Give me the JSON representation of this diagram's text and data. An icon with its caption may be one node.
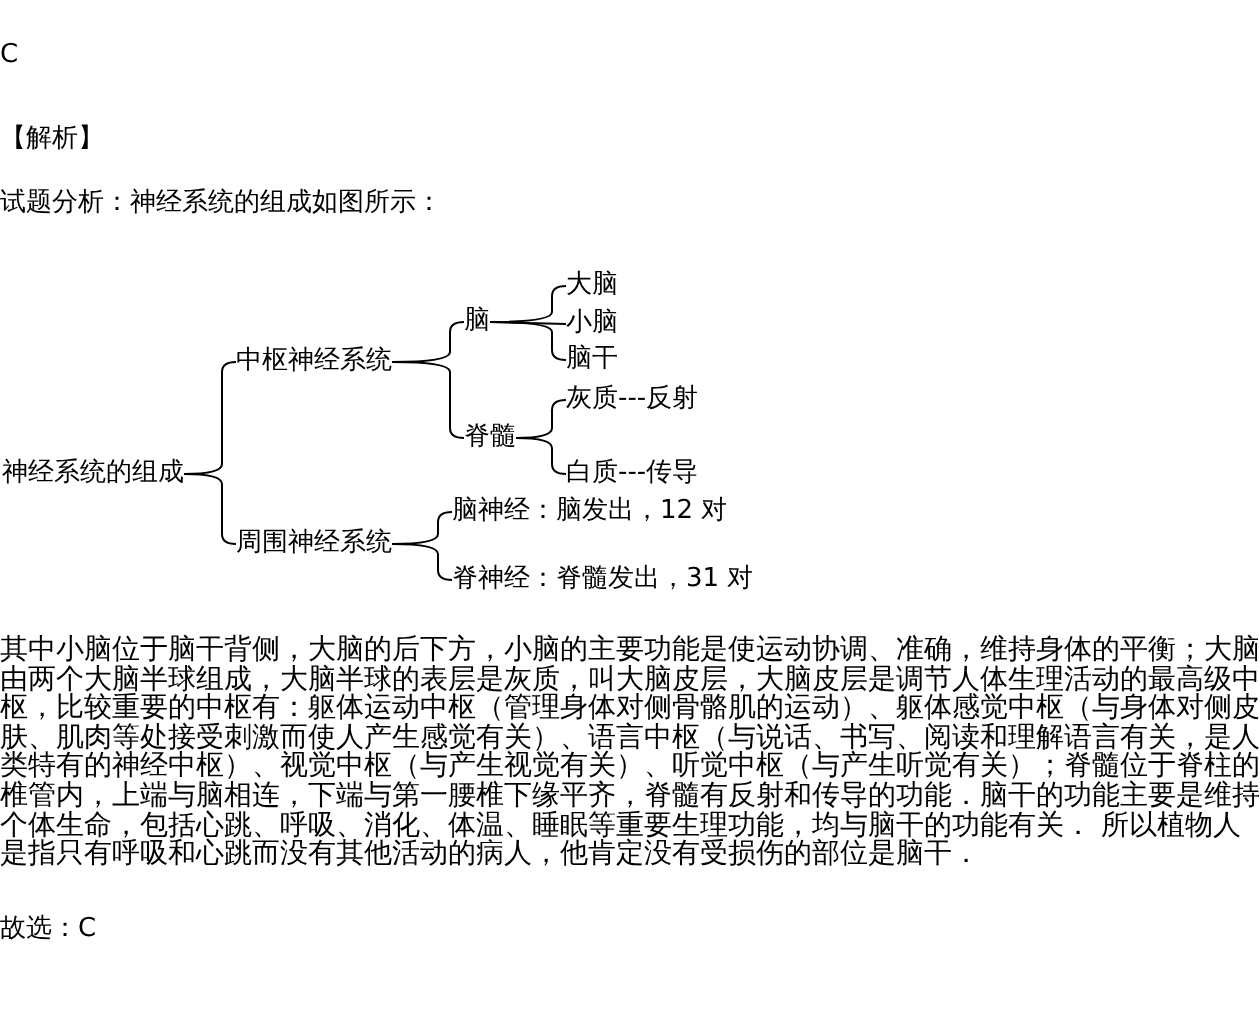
{
  "diagram": {
    "nodes": [
      {
        "text": [
          "神经系统的组成"
        ]
      },
      {
        "text": [
          "中枢神经系统"
        ]
      },
      {
        "text": [
          "周围神经系统"
        ]
      },
      {
        "text": [
          "脑"
        ]
      },
      {
        "text": [
          "脊髓"
        ]
      },
      {
        "text": [
          "大脑"
        ]
      },
      {
        "text": [
          "小脑"
        ]
      },
      {
        "text": [
          "脑干"
        ]
      },
      {
        "text": [
          "灰质---反射"
        ]
      },
      {
        "text": [
          "白质---传导"
        ]
      },
      {
        "text": [
          "脑神经：脑发出，12 对"
        ]
      },
      {
        "text": [
          "脊神经：脊髓发出，31 对"
        ]
      }
    ],
    "edges": [
      {
        "from": 0,
        "to": 1,
        "arrow": "none"
      },
      {
        "from": 0,
        "to": 2,
        "arrow": "none"
      },
      {
        "from": 1,
        "to": 3,
        "arrow": "none"
      },
      {
        "from": 1,
        "to": 4,
        "arrow": "none"
      },
      {
        "from": 3,
        "to": 5,
        "arrow": "none"
      },
      {
        "from": 3,
        "to": 6,
        "arrow": "none"
      },
      {
        "from": 3,
        "to": 7,
        "arrow": "none"
      },
      {
        "from": 4,
        "to": 8,
        "arrow": "none"
      },
      {
        "from": 4,
        "to": 9,
        "arrow": "none"
      },
      {
        "from": 2,
        "to": 10,
        "arrow": "none"
      },
      {
        "from": 2,
        "to": 11,
        "arrow": "none"
      }
    ],
    "labels": [
      "C",
      "【解析】",
      "试题分析：神经系统的组成如图所示：",
      "其中小脑位于脑干背侧，大脑的后下方，小脑的主要功能是使运动协调、准确，维持身体的平衡；大脑由两个大脑半球组成，大脑半球的表层是灰质，叫大脑皮层，大脑皮层是调节人体生理活动的最高级中枢，比较重要的中枢有：躯体运动中枢（管理身体对侧骨骼肌的运动）、躯体感觉中枢（与身体对侧皮肤、肌肉等处接受刺激而使人产生感觉有关）、语言中枢（与说话、书写、阅读和理解语言有关，是人类特有的神经中枢）、视觉中枢（与产生视觉有关）、听觉中枢（与产生听觉有关）；脊髓位于脊柱的椎管内，上端与脑相连，下端与第一腰椎下缘平齐，脊髓有反射和传导的功能．脑干的功能主要是维持个体生命，包括心跳、呼吸、消化、体温、睡眠等重要生理功能，均与脑干的功能有关． 所以植物人是指只有呼吸和心跳而没有其他活动的病人，他肯定没有受损伤的部位是脑干．",
      "故选：C"
    ]
  }
}
